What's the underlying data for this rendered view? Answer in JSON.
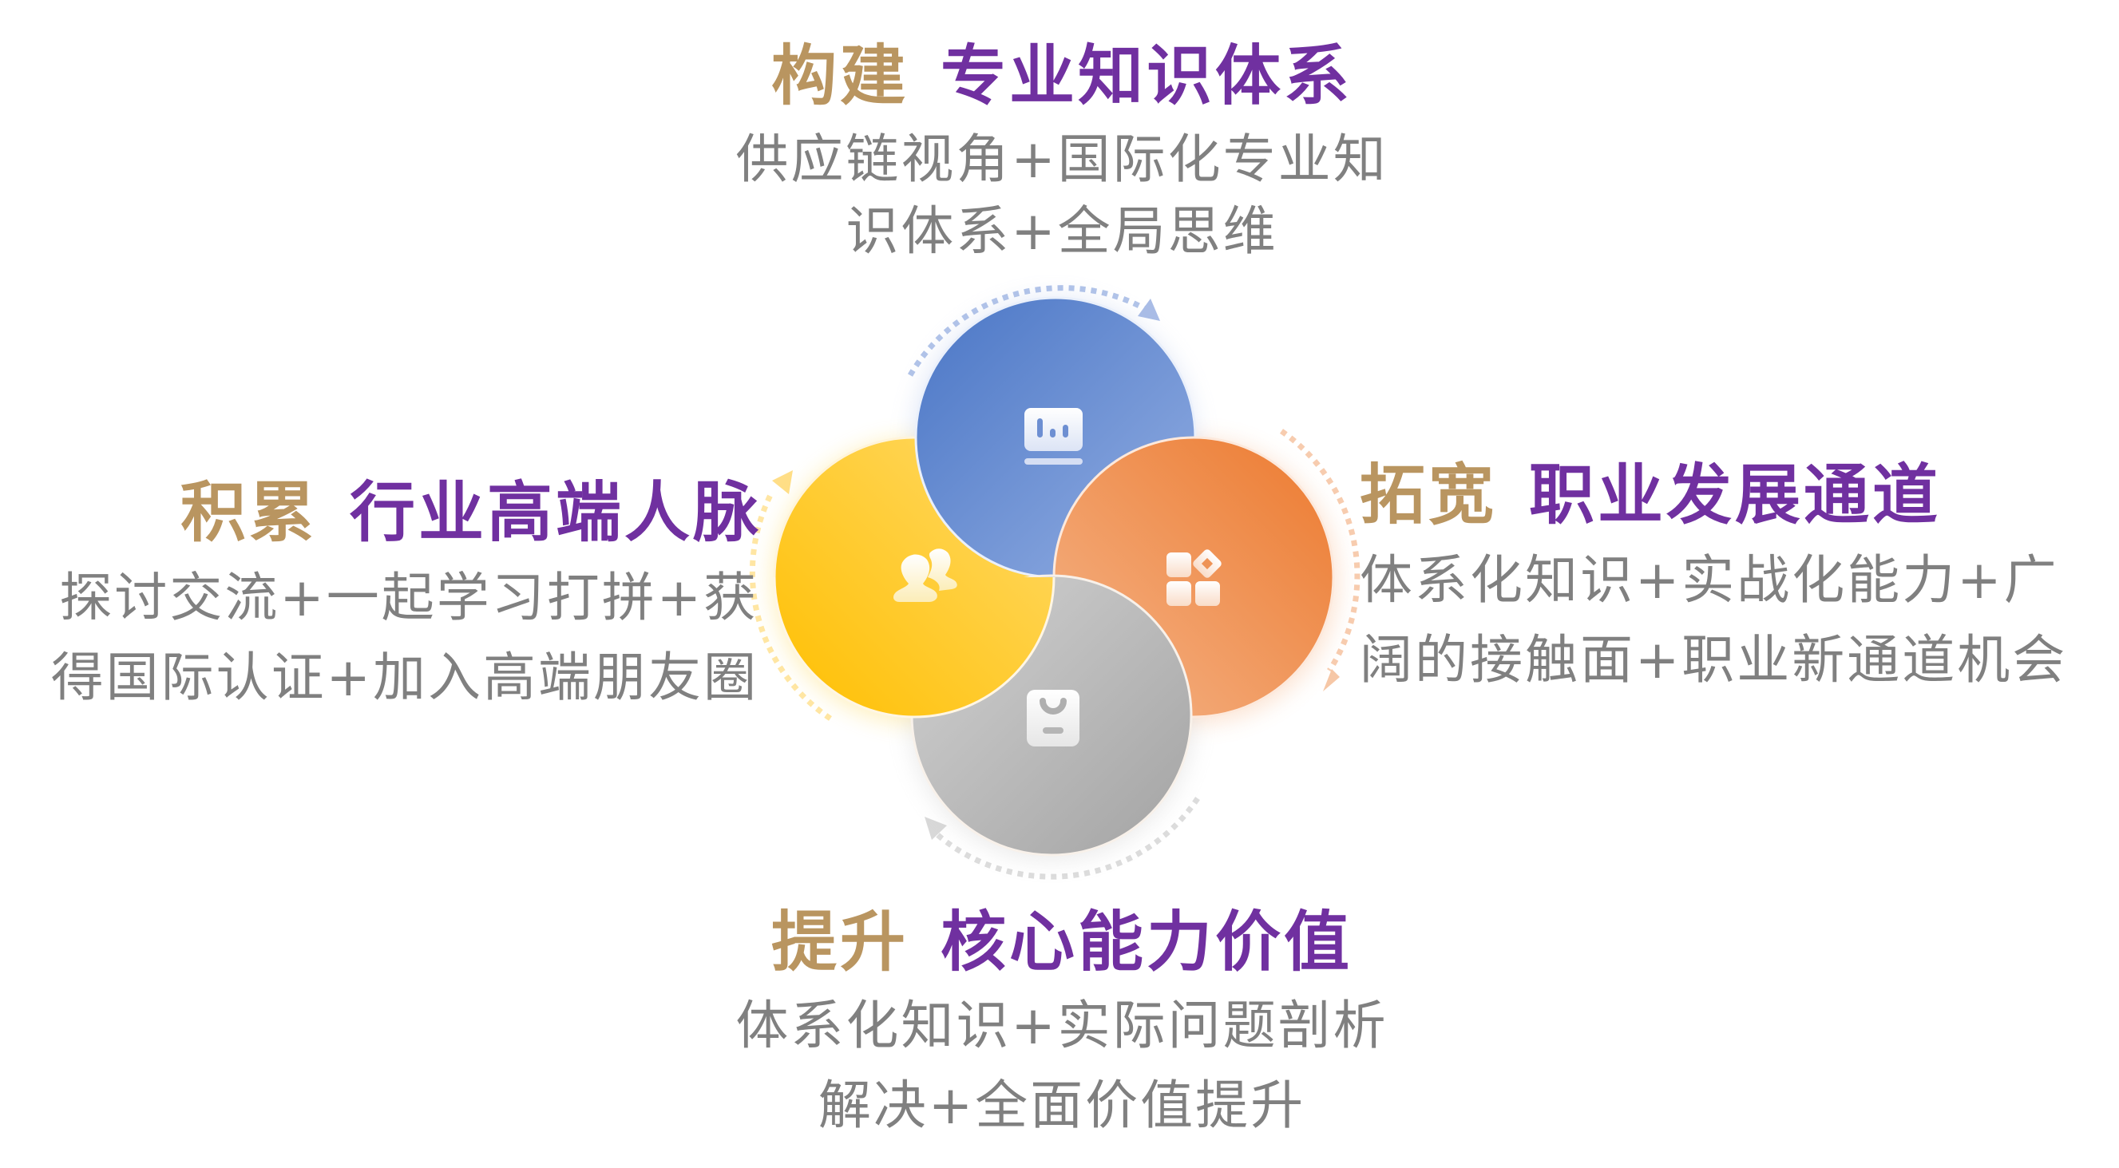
{
  "colors": {
    "verb": "#B99560",
    "noun": "#7030A0",
    "description": "#808080",
    "blue": [
      "#4A76C6",
      "#8FAAE0"
    ],
    "yellow": [
      "#FFC000",
      "#FFD966"
    ],
    "orange": [
      "#ED7D31",
      "#F4B183"
    ],
    "gray": [
      "#A6A6A6",
      "#D0D0D0"
    ]
  },
  "sections": {
    "top": {
      "verb": "构建",
      "noun": "专业知识体系",
      "lines": [
        "供应链视角+国际化专业知",
        "识体系+全局思维"
      ],
      "icon": "presentation-board-icon",
      "circle": "blue"
    },
    "right": {
      "verb": "拓宽",
      "noun": "职业发展通道",
      "lines": [
        "体系化知识+实战化能力+广",
        "阔的接触面+职业新通道机会"
      ],
      "icon": "app-grid-icon",
      "circle": "orange"
    },
    "bottom": {
      "verb": "提升",
      "noun": "核心能力价值",
      "lines": [
        "体系化知识+实际问题剖析",
        "解决+全面价值提升"
      ],
      "icon": "shopping-bag-icon",
      "circle": "gray"
    },
    "left": {
      "verb": "积累",
      "noun": "行业高端人脉",
      "lines": [
        "探讨交流+一起学习打拼+获",
        "得国际认证+加入高端朋友圈"
      ],
      "icon": "people-group-icon",
      "circle": "yellow"
    }
  }
}
